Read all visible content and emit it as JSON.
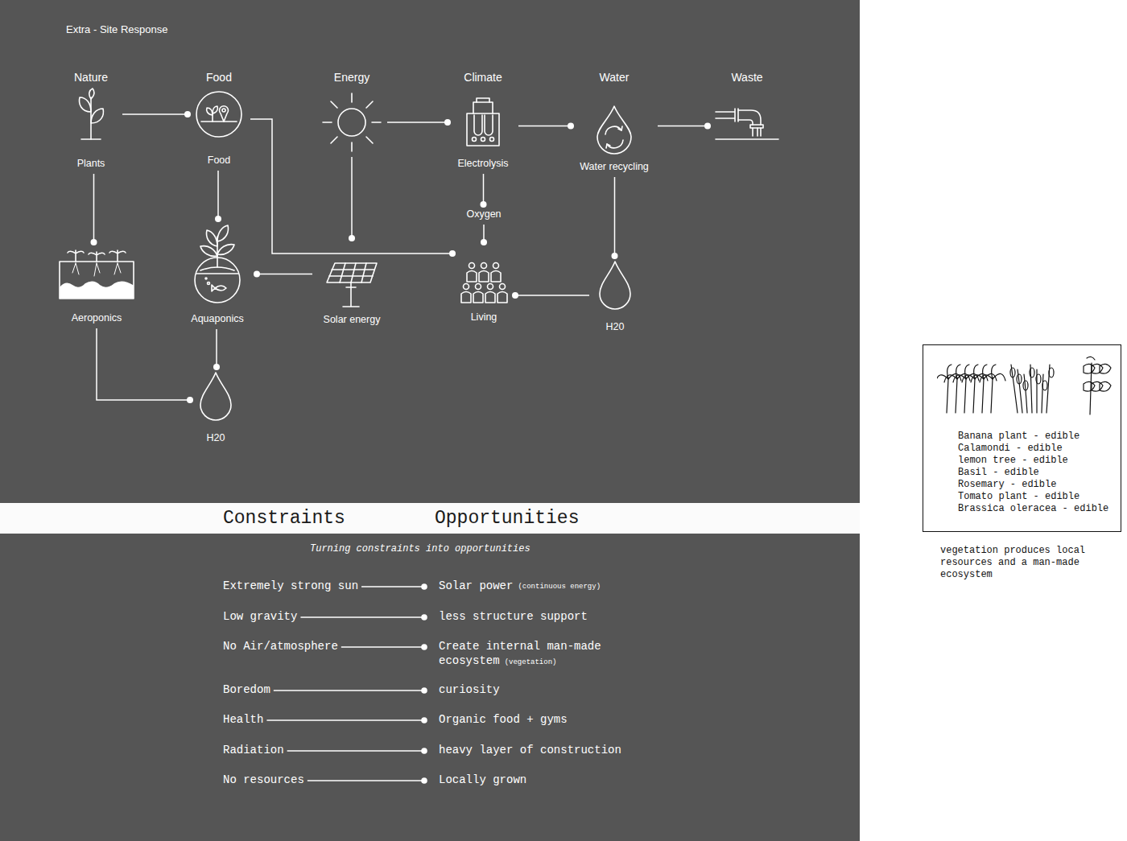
{
  "diagram": {
    "title": "Extra - Site Response",
    "nodes": [
      {
        "text": [
          "Nature",
          "Plants"
        ]
      },
      {
        "text": [
          "Food",
          "Food"
        ]
      },
      {
        "text": [
          "Energy"
        ]
      },
      {
        "text": [
          "Climate",
          "Electrolysis"
        ]
      },
      {
        "text": [
          "Water",
          "Water recycling"
        ]
      },
      {
        "text": [
          "Waste"
        ]
      },
      {
        "text": [
          "Oxygen"
        ]
      },
      {
        "text": [
          "Aeroponics"
        ]
      },
      {
        "text": [
          "Aquaponics"
        ]
      },
      {
        "text": [
          "Solar energy"
        ]
      },
      {
        "text": [
          "Living"
        ]
      },
      {
        "text": [
          "H20"
        ]
      },
      {
        "text": [
          "H20"
        ]
      },
      {
        "text": [
          "Banana plant - edible",
          "Calamondi - edible",
          "lemon tree - edible",
          "Basil - edible",
          "Rosemary - edible",
          "Tomato plant - edible",
          "Brassica oleracea - edible"
        ]
      }
    ],
    "edges": [
      {
        "from": 0,
        "to": 1,
        "arrow": "none"
      },
      {
        "from": 1,
        "to": 10,
        "arrow": "none"
      },
      {
        "from": 2,
        "to": 9,
        "arrow": "none"
      },
      {
        "from": 2,
        "to": 3,
        "arrow": "none"
      },
      {
        "from": 3,
        "to": 4,
        "arrow": "none"
      },
      {
        "from": 4,
        "to": 5,
        "arrow": "none"
      },
      {
        "from": 3,
        "to": 6,
        "arrow": "none"
      },
      {
        "from": 6,
        "to": 10,
        "arrow": "none"
      },
      {
        "from": 4,
        "to": 11,
        "arrow": "none"
      },
      {
        "from": 11,
        "to": 10,
        "arrow": "none"
      },
      {
        "from": 0,
        "to": 7,
        "arrow": "none"
      },
      {
        "from": 1,
        "to": 8,
        "arrow": "none"
      },
      {
        "from": 9,
        "to": 8,
        "arrow": "none"
      },
      {
        "from": 7,
        "to": 12,
        "arrow": "none"
      },
      {
        "from": 8,
        "to": 12,
        "arrow": "none"
      }
    ],
    "labels": [
      "Constraints",
      "Opportunities",
      "Turning constraints into opportunities",
      "Extremely strong sun",
      "Solar power",
      "(continuous energy)",
      "Low gravity",
      "less structure support",
      "No Air/atmosphere",
      "Create internal man-made ecosystem",
      "(vegetation)",
      "Boredom",
      "curiosity",
      "Health",
      "Organic food + gyms",
      "Radiation",
      "heavy layer of construction",
      "No resources",
      "Locally grown",
      "vegetation produces local resources and a man-made ecosystem"
    ]
  }
}
